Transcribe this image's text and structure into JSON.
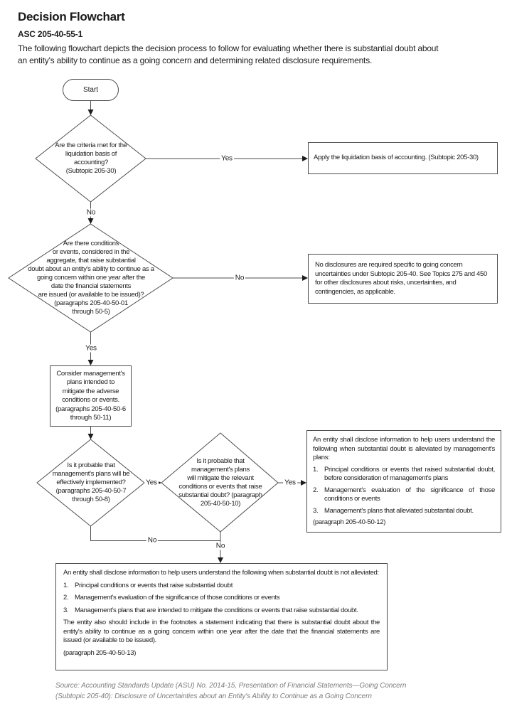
{
  "header": {
    "title": "Decision Flowchart",
    "code": "ASC 205-40-55-1",
    "description_lines": [
      "The following flowchart depicts the decision process to follow for evaluating whether there is substantial doubt about",
      "an entity's ability to continue as a going concern and determining related disclosure requirements."
    ]
  },
  "flowchart": {
    "start_label": "Start",
    "decision_liquidation": {
      "lines": [
        "Are the criteria met for the",
        "liquidation basis of",
        "accounting?",
        "(Subtopic 205-30)"
      ]
    },
    "decision_conditions": {
      "lines": [
        "Are there conditions",
        "or events, considered in the",
        "aggregate, that raise substantial",
        "doubt about an entity's ability to continue as a",
        "going concern within one year after the",
        "date the financial statements",
        "are issued (or available to be issued)?",
        "(paragraphs 205-40-50-01",
        "through 50-5)"
      ]
    },
    "process_consider_plans": {
      "lines": [
        "Consider management's",
        "plans intended to",
        "mitigate the adverse",
        "conditions or events.",
        "(paragraphs 205-40-50-6",
        "through 50-11)"
      ]
    },
    "decision_implemented": {
      "lines": [
        "Is it probable that",
        "management's plans will be",
        "effectively implemented?",
        "(paragraphs 205-40-50-7",
        "through 50-8)"
      ]
    },
    "decision_mitigate": {
      "lines": [
        "Is it probable that",
        "management's plans",
        "will mitigate the relevant",
        "conditions or events that raise",
        "substantial doubt? (paragraph",
        "205-40-50-10)"
      ]
    },
    "box_apply": {
      "text": "Apply the liquidation basis of accounting. (Subtopic 205-30)"
    },
    "box_no_disclosures": {
      "text": "No disclosures are required specific to going concern uncertainties under Subtopic 205-40. See Topics 275 and 450 for other disclosures about risks, uncertainties, and contingencies, as applicable."
    },
    "box_alleviated": {
      "intro": "An entity shall disclose information to help users understand the following when substantial doubt is alleviated by management's plans:",
      "items": [
        {
          "num": "1.",
          "text": "Principal conditions or events that raised substantial doubt, before consideration of management's plans"
        },
        {
          "num": "2.",
          "text": "Management's evaluation of the significance of those conditions or events"
        },
        {
          "num": "3.",
          "text": "Management's plans that alleviated substantial doubt."
        }
      ],
      "ref": "(paragraph 205-40-50-12)"
    },
    "box_not_alleviated": {
      "intro": "An entity shall disclose information to help users understand the following when substantial doubt is not alleviated:",
      "items": [
        {
          "num": "1.",
          "text": "Principal conditions or events that raise substantial doubt"
        },
        {
          "num": "2.",
          "text": "Management's evaluation of the significance of those conditions or events"
        },
        {
          "num": "3.",
          "text": "Management's plans that are intended to mitigate the conditions or events that raise substantial doubt."
        }
      ],
      "closing": "The entity also should include in the footnotes a statement indicating that there is substantial doubt about the entity's ability to continue as a going concern within one year after the date that the financial statements are issued (or available to be issued).",
      "ref": "(paragraph 205-40-50-13)"
    },
    "edge_labels": {
      "liquidation_yes": "Yes",
      "liquidation_no": "No",
      "conditions_no": "No",
      "conditions_yes": "Yes",
      "implemented_yes": "Yes",
      "mitigate_yes": "Yes",
      "implemented_no": "No",
      "mitigate_no": "No"
    }
  },
  "source_lines": [
    "Source: Accounting Standards Update (ASU) No. 2014-15, Presentation of Financial Statements—Going Concern",
    "(Subtopic 205-40): Disclosure of Uncertainties about an Entity's Ability to Continue as a Going Concern"
  ],
  "colors": {
    "line": "#4d4d4d",
    "text": "#1c1c1c",
    "source_text": "#7d7d7d",
    "background": "#ffffff"
  }
}
